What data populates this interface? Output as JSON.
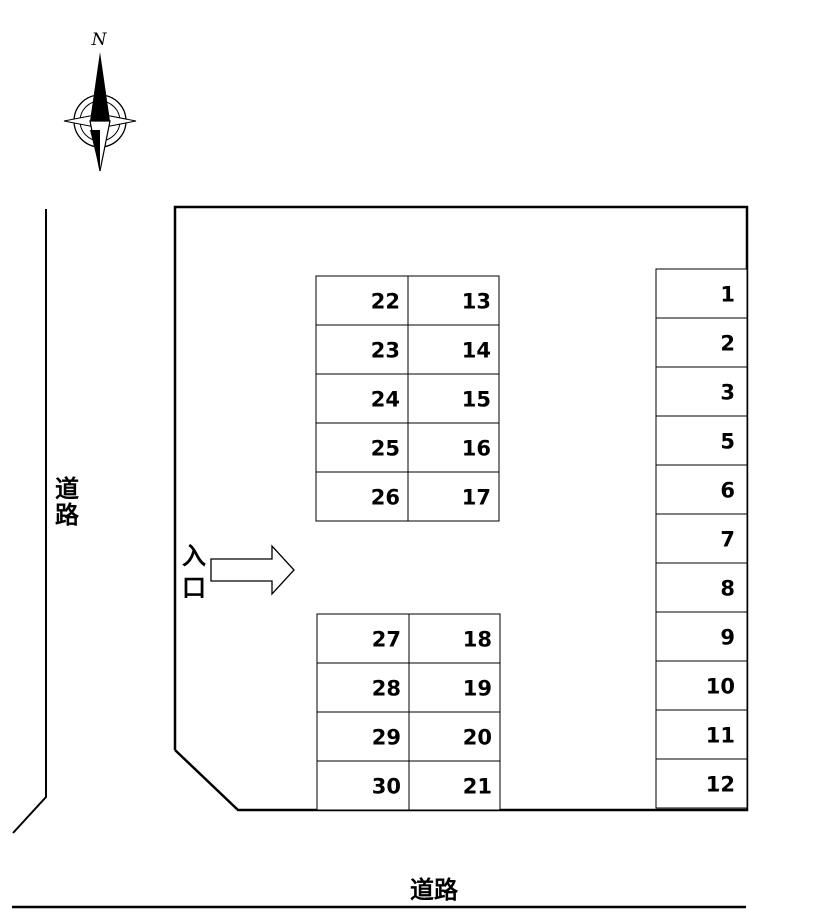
{
  "compass": {
    "label": "N"
  },
  "roads": {
    "west_label": "道路",
    "south_label": "道路"
  },
  "entrance": {
    "label": "入口"
  },
  "spaces": {
    "block_a_left": [
      "22",
      "23",
      "24",
      "25",
      "26"
    ],
    "block_a_right": [
      "13",
      "14",
      "15",
      "16",
      "17"
    ],
    "block_b_left": [
      "27",
      "28",
      "29",
      "30"
    ],
    "block_b_right": [
      "18",
      "19",
      "20",
      "21"
    ],
    "east_column": [
      "1",
      "2",
      "3",
      "5",
      "6",
      "7",
      "8",
      "9",
      "10",
      "11",
      "12"
    ]
  }
}
